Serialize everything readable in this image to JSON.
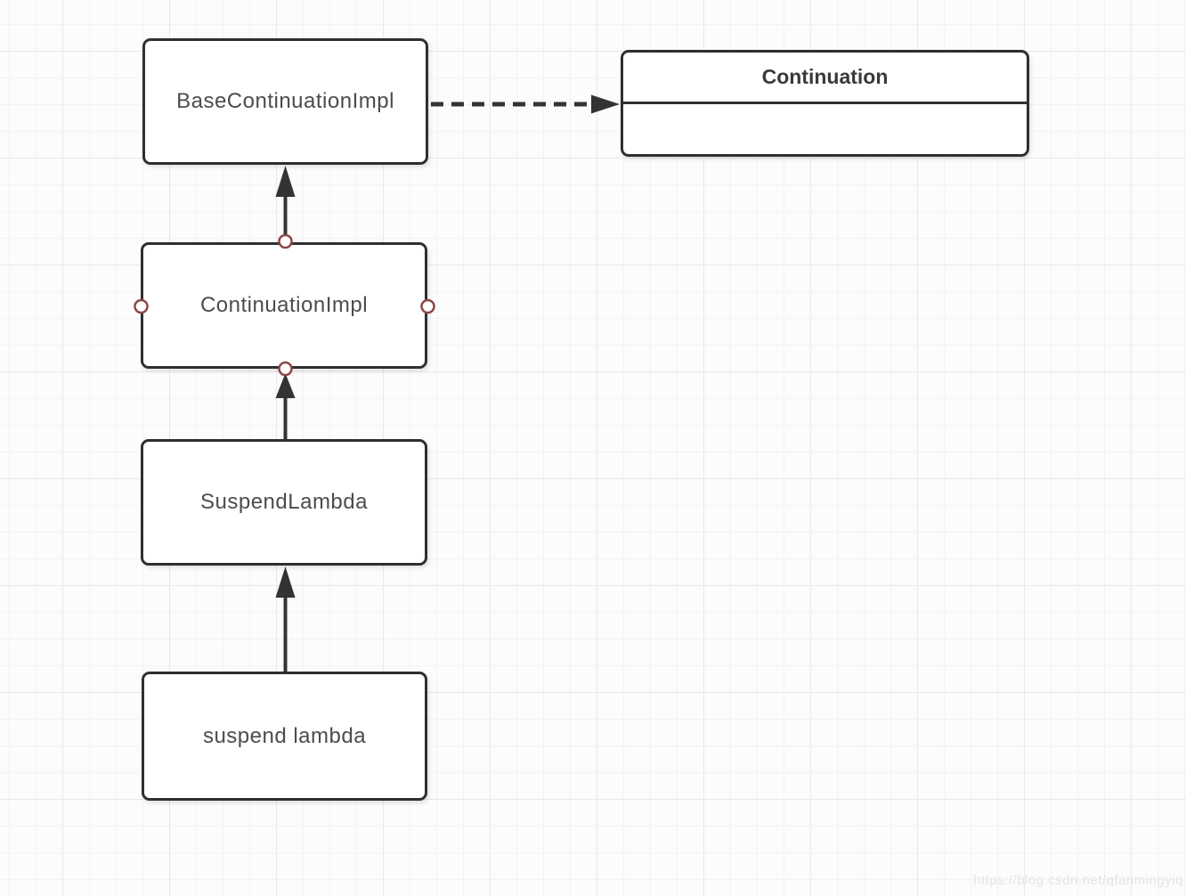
{
  "nodes": {
    "base_continuation_impl": {
      "label": "BaseContinuationImpl"
    },
    "continuation": {
      "label": "Continuation"
    },
    "continuation_impl": {
      "label": "ContinuationImpl"
    },
    "suspend_lambda_class": {
      "label": "SuspendLambda"
    },
    "suspend_lambda_block": {
      "label": "suspend lambda"
    }
  },
  "edges": [
    {
      "from": "ContinuationImpl",
      "to": "BaseContinuationImpl",
      "style": "solid",
      "type": "extends",
      "direction": "up"
    },
    {
      "from": "SuspendLambda",
      "to": "ContinuationImpl",
      "style": "solid",
      "type": "extends",
      "direction": "up"
    },
    {
      "from": "suspend lambda",
      "to": "SuspendLambda",
      "style": "solid",
      "type": "extends",
      "direction": "up"
    },
    {
      "from": "BaseContinuationImpl",
      "to": "Continuation",
      "style": "dashed",
      "type": "implements",
      "direction": "right"
    }
  ],
  "connection_points": {
    "node": "ContinuationImpl",
    "positions": [
      "top",
      "bottom",
      "left",
      "right"
    ]
  },
  "watermark": "https://blog.csdn.net/qfanmingyiq",
  "colors": {
    "canvas_background": "#fcfcfc",
    "grid_minor": "#f3f3f3",
    "grid_major": "#e8e8e8",
    "node_border": "#2f2f2f",
    "node_fill": "#ffffff",
    "node_text": "#4c4c4c",
    "edge_stroke": "#333333",
    "connection_point_ring": "#8d4646",
    "watermark_text": "#e4e4e4"
  }
}
